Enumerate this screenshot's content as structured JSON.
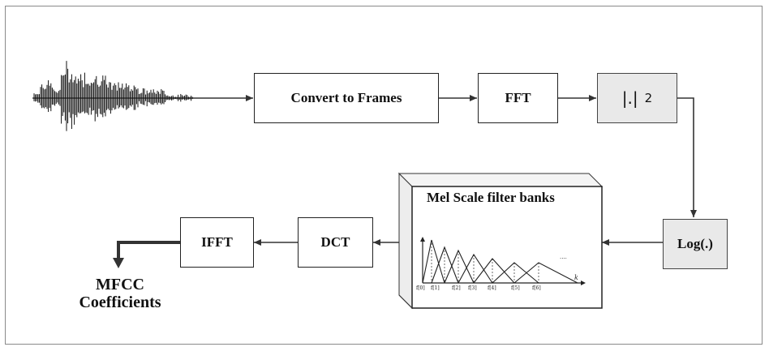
{
  "blocks": {
    "frames": "Convert to Frames",
    "fft": "FFT",
    "abs_bar": "|.|",
    "abs_pow": "2",
    "log": "Log(.)",
    "mel_title": "Mel Scale filter banks",
    "dct": "DCT",
    "ifft": "IFFT"
  },
  "output": {
    "line1": "MFCC",
    "line2": "Coefficients"
  },
  "mel_plot": {
    "ticks": [
      "f[0]",
      "f[1]",
      "f[2]",
      "f[3]",
      "f[4]",
      "f[5]",
      "f[6]"
    ],
    "axis_label": "k",
    "dots": "...."
  }
}
